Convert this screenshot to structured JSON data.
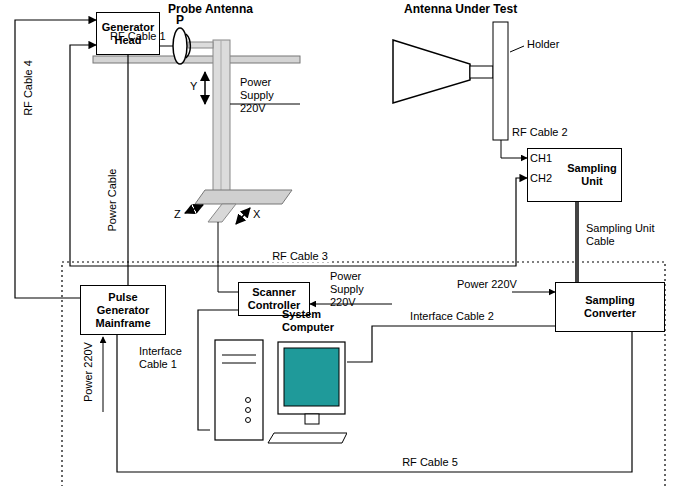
{
  "diagram": {
    "nodes": [
      {
        "text": [
          "Generator Head"
        ]
      },
      {
        "text": [
          "Sampling Unit"
        ]
      },
      {
        "text": [
          "Pulse Generator Mainframe"
        ]
      },
      {
        "text": [
          "Scanner Controller"
        ]
      },
      {
        "text": [
          "Sampling Converter"
        ]
      },
      {
        "text": [
          "System Computer"
        ]
      }
    ],
    "edges": [
      {
        "from": 2,
        "to": 0,
        "arrow": "to",
        "label": "RF Cable 4"
      },
      {
        "from": 0,
        "to": 2,
        "arrow": "none",
        "label": "Power Cable"
      },
      {
        "from": 1,
        "to": 0,
        "arrow": "both",
        "label": "RF Cable 3"
      },
      {
        "from": 2,
        "to": 4,
        "arrow": "none",
        "label": "RF Cable 5"
      },
      {
        "from": 3,
        "to": 5,
        "arrow": "none",
        "label": "Interface Cable 1"
      },
      {
        "from": 4,
        "to": 5,
        "arrow": "none",
        "label": "Interface Cable 2"
      },
      {
        "from": 1,
        "to": 4,
        "arrow": "none",
        "label": "Sampling Unit Cable"
      }
    ],
    "labels": [
      "Probe Antenna",
      "Antenna Under Test",
      "RF Cable 1",
      "P",
      "Power Supply 220V",
      "Y",
      "Z",
      "X",
      "Holder",
      "RF Cable 2",
      "CH1",
      "CH2",
      "Power Supply 220V",
      "Power 220V",
      "Power 220V"
    ]
  }
}
